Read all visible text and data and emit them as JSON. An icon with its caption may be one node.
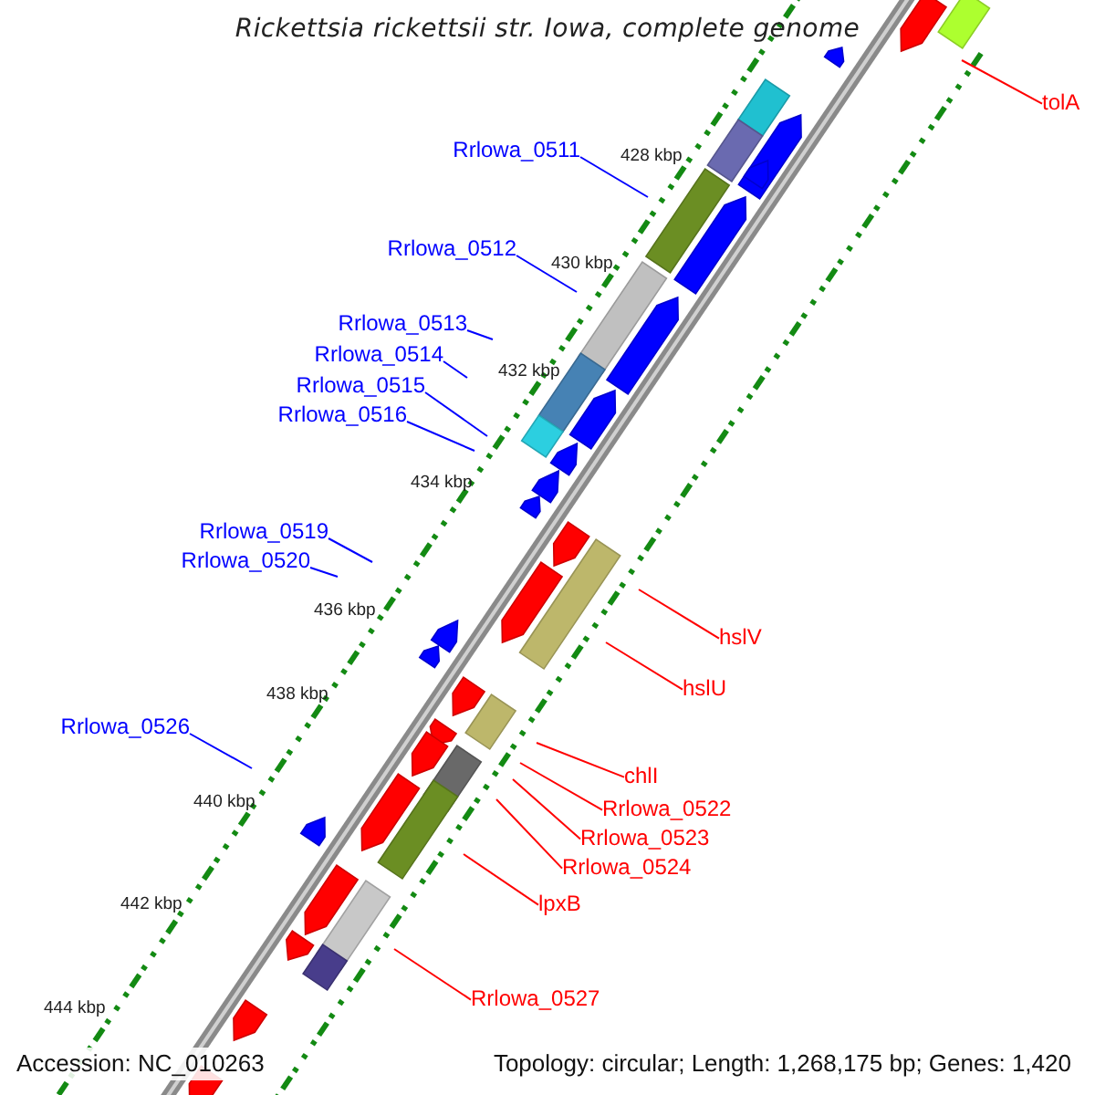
{
  "diagram": {
    "title": "Rickettsia rickettsii str. Iowa, complete genome",
    "nodes": [
      {
        "text": [
          "tolA"
        ]
      },
      {
        "text": [
          "Rrlowa_0511"
        ]
      },
      {
        "text": [
          "Rrlowa_0512"
        ]
      },
      {
        "text": [
          "Rrlowa_0513"
        ]
      },
      {
        "text": [
          "Rrlowa_0514"
        ]
      },
      {
        "text": [
          "Rrlowa_0515"
        ]
      },
      {
        "text": [
          "Rrlowa_0516"
        ]
      },
      {
        "text": [
          "Rrlowa_0519"
        ]
      },
      {
        "text": [
          "Rrlowa_0520"
        ]
      },
      {
        "text": [
          "hslV"
        ]
      },
      {
        "text": [
          "hslU"
        ]
      },
      {
        "text": [
          "Rrlowa_0526"
        ]
      },
      {
        "text": [
          "chlI"
        ]
      },
      {
        "text": [
          "Rrlowa_0522"
        ]
      },
      {
        "text": [
          "Rrlowa_0523"
        ]
      },
      {
        "text": [
          "Rrlowa_0524"
        ]
      },
      {
        "text": [
          "lpxB"
        ]
      },
      {
        "text": [
          "Rrlowa_0527"
        ]
      }
    ],
    "edges": [
      {
        "from": 0,
        "to": null,
        "arrow": "none",
        "color": "#ff0000"
      },
      {
        "from": 1,
        "to": null,
        "arrow": "none",
        "color": "#0000ff"
      },
      {
        "from": 2,
        "to": null,
        "arrow": "none",
        "color": "#0000ff"
      },
      {
        "from": 3,
        "to": null,
        "arrow": "none",
        "color": "#0000ff"
      },
      {
        "from": 4,
        "to": null,
        "arrow": "none",
        "color": "#0000ff"
      },
      {
        "from": 5,
        "to": null,
        "arrow": "none",
        "color": "#0000ff"
      },
      {
        "from": 6,
        "to": null,
        "arrow": "none",
        "color": "#0000ff"
      },
      {
        "from": 7,
        "to": null,
        "arrow": "none",
        "color": "#0000ff"
      },
      {
        "from": 8,
        "to": null,
        "arrow": "none",
        "color": "#0000ff"
      },
      {
        "from": 9,
        "to": null,
        "arrow": "none",
        "color": "#ff0000"
      },
      {
        "from": 10,
        "to": null,
        "arrow": "none",
        "color": "#ff0000"
      },
      {
        "from": 11,
        "to": null,
        "arrow": "none",
        "color": "#0000ff"
      },
      {
        "from": 12,
        "to": null,
        "arrow": "none",
        "color": "#ff0000"
      },
      {
        "from": 13,
        "to": null,
        "arrow": "none",
        "color": "#ff0000"
      },
      {
        "from": 14,
        "to": null,
        "arrow": "none",
        "color": "#ff0000"
      },
      {
        "from": 15,
        "to": null,
        "arrow": "none",
        "color": "#ff0000"
      },
      {
        "from": 16,
        "to": null,
        "arrow": "none",
        "color": "#ff0000"
      },
      {
        "from": 17,
        "to": null,
        "arrow": "none",
        "color": "#ff0000"
      }
    ],
    "labels": [
      "428 kbp",
      "430 kbp",
      "432 kbp",
      "434 kbp",
      "436 kbp",
      "438 kbp",
      "440 kbp",
      "442 kbp",
      "444 kbp",
      "Accession: NC_010263",
      "Topology: circular; Length: 1,268,175 bp; Genes: 1,420"
    ]
  }
}
